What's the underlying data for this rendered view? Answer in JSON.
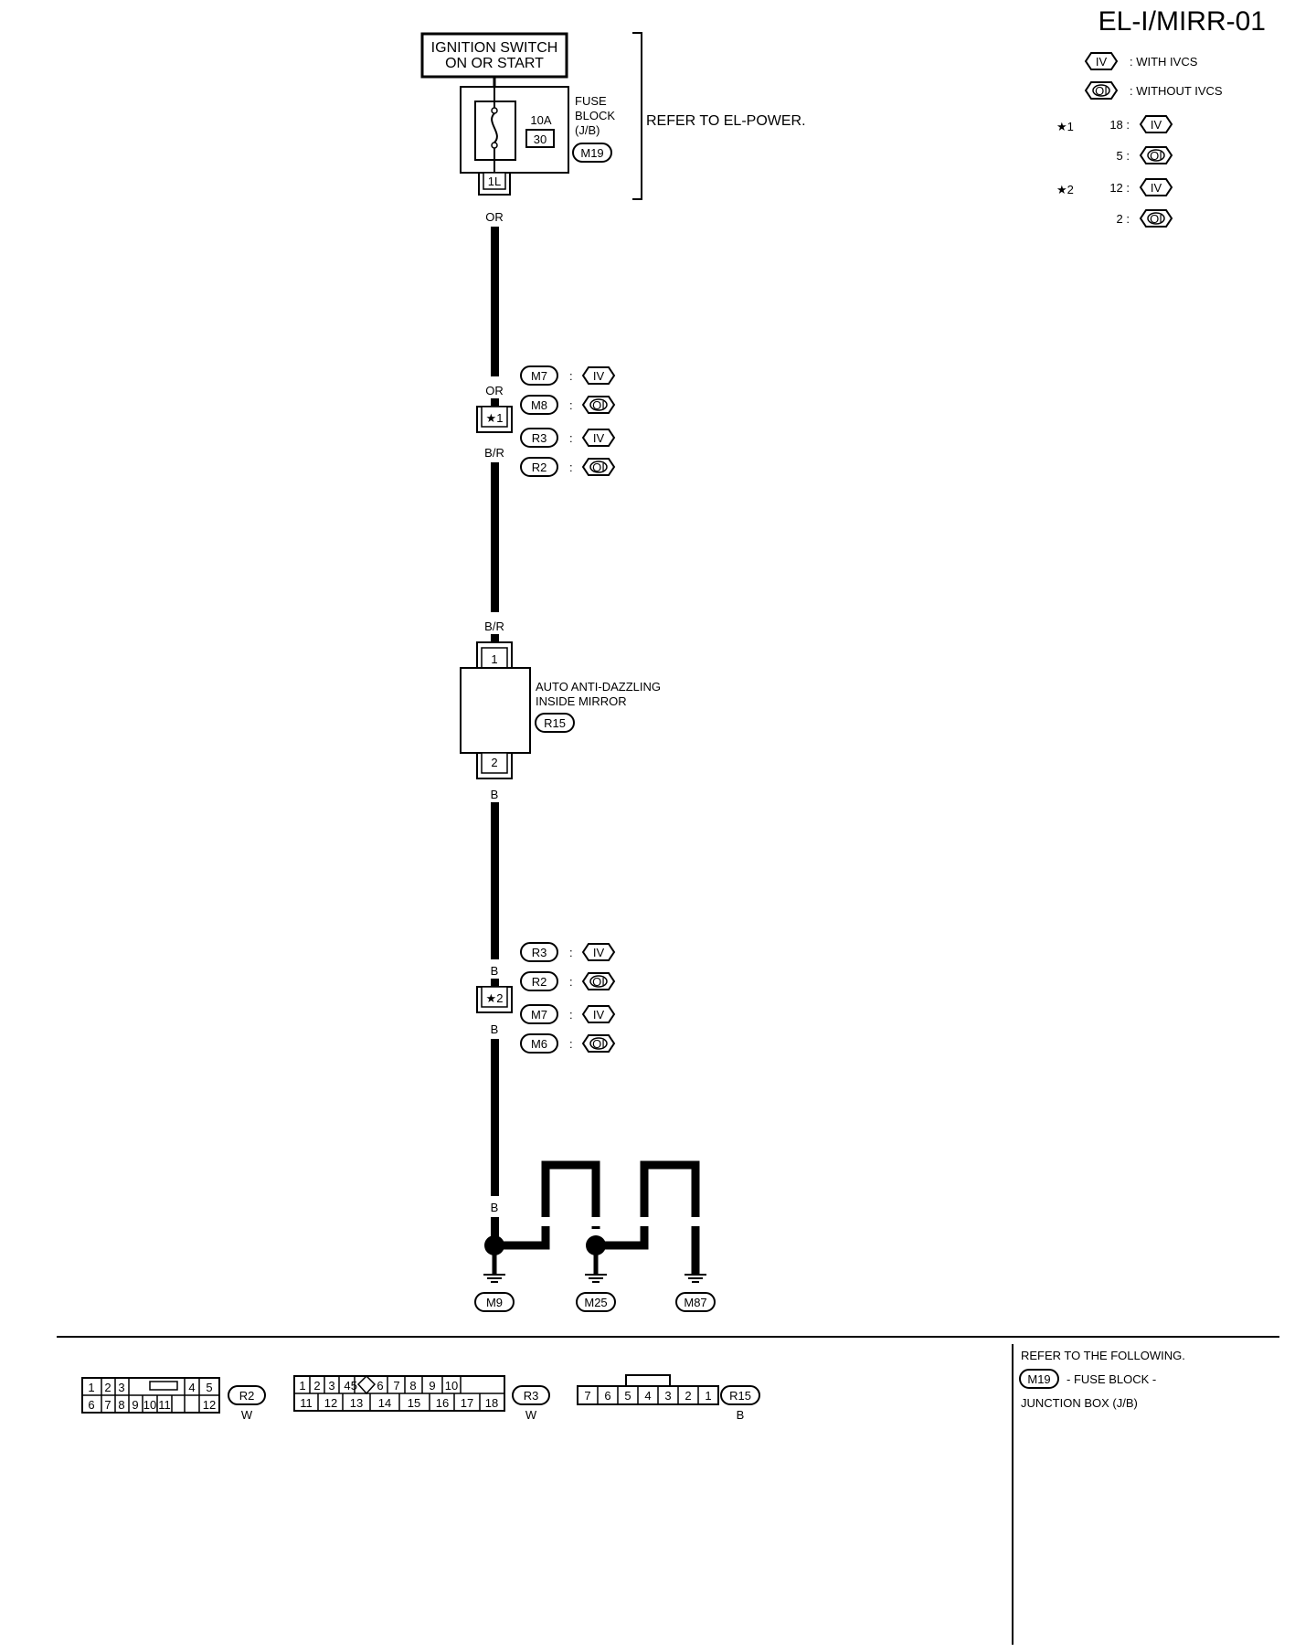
{
  "title": "EL-I/MIRR-01",
  "legend": {
    "iv_symbol": "IV",
    "oi_symbol": "OI",
    "iv_text": ": WITH IVCS",
    "oi_text": ": WITHOUT IVCS",
    "star1": "★1",
    "star2": "★2",
    "star1_iv": "18 :",
    "star1_oi": "5 :",
    "star2_iv": "12 :",
    "star2_oi": "2 :"
  },
  "ignition": {
    "line1": "IGNITION SWITCH",
    "line2": "ON OR START"
  },
  "fuse": {
    "amp": "10A",
    "number": "30",
    "label1": "FUSE",
    "label2": "BLOCK",
    "label3": "(J/B)",
    "connector": "M19",
    "terminal": "1L"
  },
  "refer_power": "REFER TO EL-POWER.",
  "wires": {
    "or": "OR",
    "br": "B/R",
    "b": "B"
  },
  "junction1": {
    "star": "★1",
    "rows": [
      {
        "conn": "M7",
        "sym": "IV"
      },
      {
        "conn": "M8",
        "sym": "OI"
      },
      {
        "conn": "R3",
        "sym": "IV"
      },
      {
        "conn": "R2",
        "sym": "OI"
      }
    ]
  },
  "junction2": {
    "star": "★2",
    "rows": [
      {
        "conn": "R3",
        "sym": "IV"
      },
      {
        "conn": "R2",
        "sym": "OI"
      },
      {
        "conn": "M7",
        "sym": "IV"
      },
      {
        "conn": "M6",
        "sym": "OI"
      }
    ]
  },
  "mirror": {
    "line1": "AUTO ANTI-DAZZLING",
    "line2": "INSIDE MIRROR",
    "connector": "R15",
    "pin_top": "1",
    "pin_bottom": "2"
  },
  "grounds": [
    "M9",
    "M25",
    "M87"
  ],
  "connectors": {
    "r2": {
      "name": "R2",
      "color": "W",
      "top": [
        "1",
        "2",
        "3",
        "4",
        "5"
      ],
      "bottom": [
        "6",
        "7",
        "8",
        "9",
        "10",
        "11",
        "12"
      ]
    },
    "r3": {
      "name": "R3",
      "color": "W",
      "top": [
        "1",
        "2",
        "3",
        "4",
        "5",
        "6",
        "7",
        "8",
        "9",
        "10"
      ],
      "bottom": [
        "11",
        "12",
        "13",
        "14",
        "15",
        "16",
        "17",
        "18"
      ]
    },
    "r15": {
      "name": "R15",
      "color": "B",
      "pins": [
        "7",
        "6",
        "5",
        "4",
        "3",
        "2",
        "1"
      ]
    }
  },
  "refer_following": {
    "line1": "REFER TO THE FOLLOWING.",
    "conn": "M19",
    "line2": "- FUSE BLOCK -",
    "line3": "JUNCTION BOX (J/B)"
  }
}
